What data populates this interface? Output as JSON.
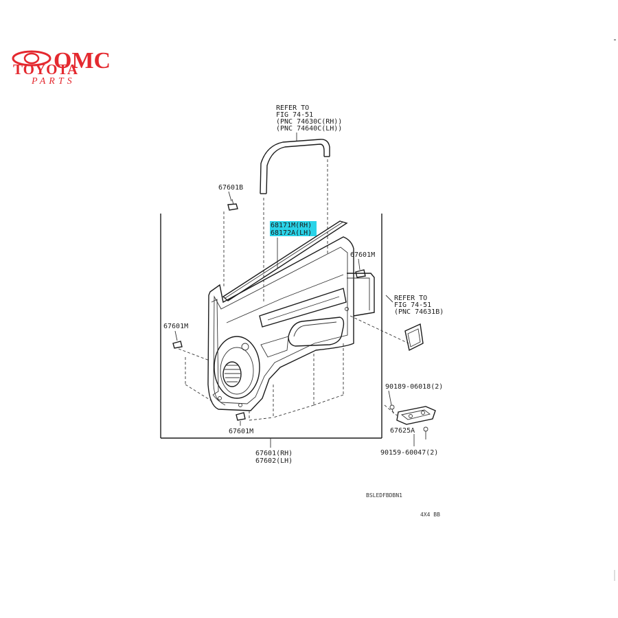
{
  "colors": {
    "brand": "#e4292f",
    "highlight": "#29d3e8",
    "line": "#1a1a1a"
  },
  "logo": {
    "omc": "OMC",
    "brand": "TOYOTA",
    "sub": "PARTS"
  },
  "labels": {
    "refer_top": [
      "REFER TO",
      "FIG 74-51",
      "(PNC 74630C(RH))",
      "(PNC 74640C(LH))"
    ],
    "clip_top": "67601B",
    "weatherstrip": [
      "68171M(RH)",
      "68172A(LH)"
    ],
    "clip_right": "67601M",
    "refer_right": [
      "REFER TO",
      "FIG 74-51",
      "(PNC 74631B)"
    ],
    "clip_left": "67601M",
    "clip_bottom": "67601M",
    "panel": [
      "67601(RH)",
      "67602(LH)"
    ],
    "screw_top": "90189-06018(2)",
    "bracket": "67625A",
    "screw_bottom": "90159-60047(2)",
    "footnote": "BSLEDFBDBN1",
    "code": "4X4 BB"
  }
}
